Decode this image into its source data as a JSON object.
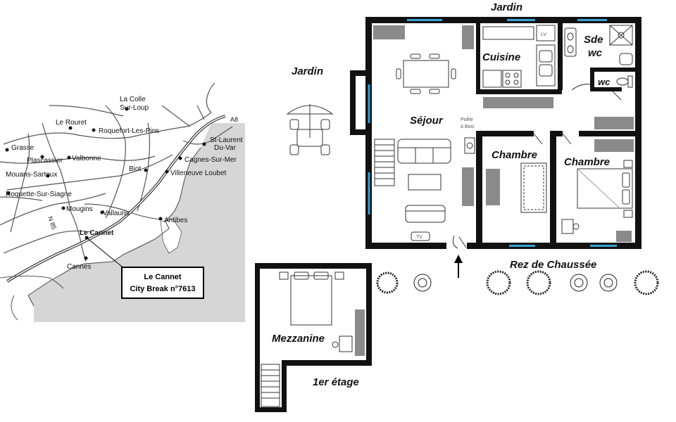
{
  "map": {
    "towns": {
      "la_colle": "La Colle",
      "sur_loup": "Sur-Loup",
      "le_rouret": "Le Rouret",
      "roquefort": "Roquefort-Les-Pins",
      "st_laurent": "St-Laurent",
      "du_var": "Du-Var",
      "grasse": "Grasse",
      "plascassier": "Plascassier",
      "valbonne": "Valbonne",
      "cagnes": "Cagnes-Sur-Mer",
      "mouans": "Mouans-Sartoux",
      "biot": "Biot",
      "villeneuve": "Villeneuve Loubet",
      "roquette": "Roquette-Sur-Siagne",
      "mougins": "Mougins",
      "vallauris": "Vallauris",
      "antibes": "Antibes",
      "le_cannet": "Le Cannet",
      "cannes": "Cannes"
    },
    "road_a8": "A8",
    "road_n85": "N 85",
    "callout": {
      "line1": "Le Cannet",
      "line2": "City Break n°7613"
    }
  },
  "plan": {
    "ground": {
      "top_label": "Jardin",
      "left_label": "Jardin",
      "rooms": {
        "sejour": "Séjour",
        "cuisine": "Cuisine",
        "sde": "Sde",
        "sde_wc": "wc",
        "wc": "wc",
        "chambre1": "Chambre",
        "chambre2": "Chambre"
      },
      "stove_line1": "Poêle",
      "stove_line2": "à Bois",
      "tv": "TV",
      "lv": "LV",
      "level_label": "Rez de Chaussée"
    },
    "upper": {
      "room": "Mezzanine",
      "level_label": "1er étage"
    }
  },
  "colors": {
    "wall": "#111111",
    "window": "#3b9fd1",
    "sea": "#d6d6d6",
    "cabinet": "#8a8a8a"
  }
}
